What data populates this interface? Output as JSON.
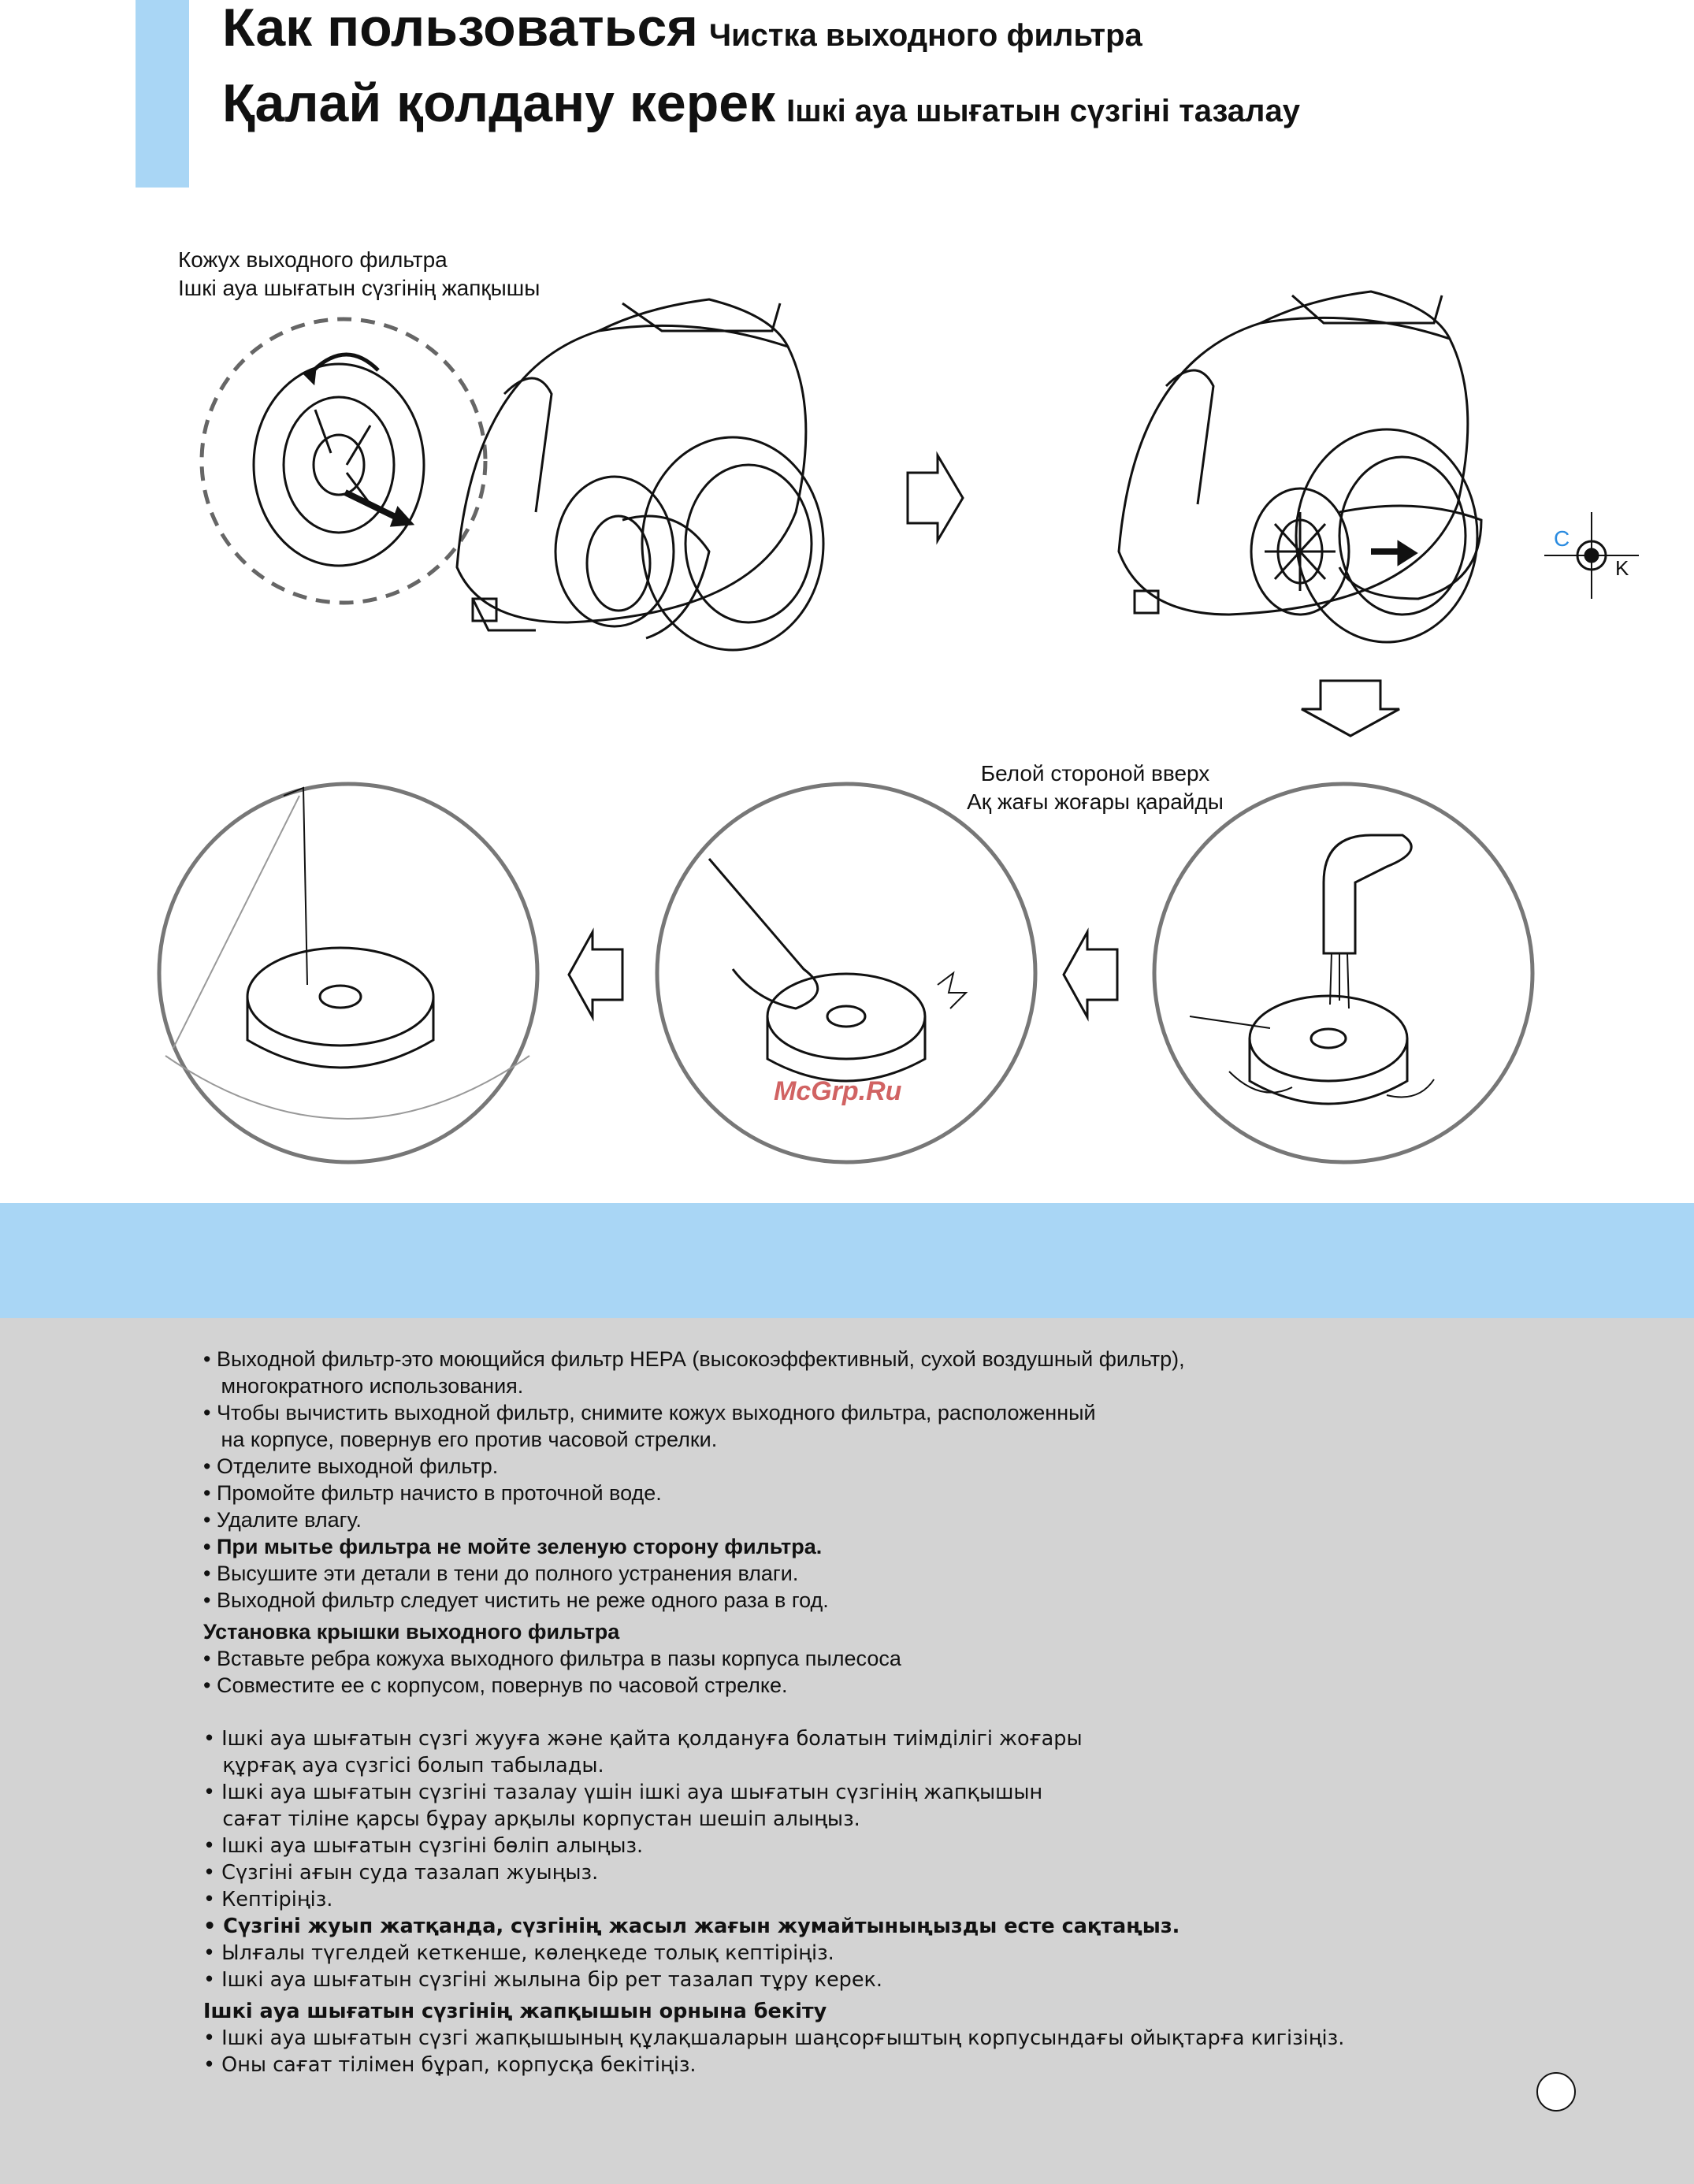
{
  "header": {
    "line1_title": "Как пользоваться",
    "line1_subtitle": "Чистка выходного фильтра",
    "line2_title": "Қалай қолдану керек",
    "line2_subtitle": "Ішкі ауа шығатын сүзгіні тазалау"
  },
  "illustration": {
    "label_cover": [
      "Кожух выходного фильтра",
      "Ішкі ауа шығатын сүзгінің жапқышы"
    ],
    "label_white_side": [
      "Белой стороной вверх",
      "Ақ жағы жоғары қарайды"
    ],
    "registration_c": "C",
    "registration_k": "K",
    "watermark": "McGrp.Ru"
  },
  "russian": {
    "items": [
      "• Выходной фильтр-это моющийся фильтр НЕРА (высокоэффективный, сухой воздушный фильтр),",
      "   многократного использования.",
      "• Чтобы вычистить выходной фильтр, снимите кожух выходного фильтра, расположенный",
      "   на корпусе, повернув его против часовой стрелки.",
      "• Отделите выходной фильтр.",
      "• Промойте фильтр начисто в проточной воде.",
      "• Удалите влагу."
    ],
    "bold_item": "• При мытье фильтра не мойте зеленую сторону фильтра.",
    "items2": [
      "• Высушите эти детали в тени до полного устранения влаги.",
      "• Выходной фильтр следует чистить не реже одного раза в год."
    ],
    "install_heading": "Установка крышки выходного фильтра",
    "install_items": [
      "• Вставьте ребра кожуха выходного фильтра в пазы корпуса пылесоса",
      "• Совместите ее с корпусом, повернув по часовой стрелке."
    ]
  },
  "kazakh": {
    "items": [
      "• Ішкі ауа шығатын сүзгі жууға және қайта қолдануға болатын тиімділігі жоғары",
      "   құрғақ ауа сүзгісі болып табылады.",
      "• Ішкі ауа шығатын сүзгіні тазалау үшін ішкі ауа шығатын сүзгінің жапқышын",
      "   сағат тіліне қарсы бұрау арқылы корпустан шешіп алыңыз.",
      "• Ішкі ауа шығатын сүзгіні бөліп алыңыз.",
      "• Сүзгіні ағын суда тазалап жуыңыз.",
      "• Кептіріңіз."
    ],
    "bold_item": "• Сүзгіні жуып жатқанда, сүзгінің жасыл жағын жумайтыныңызды есте сақтаңыз.",
    "items2": [
      "• Ылғалы түгелдей кеткенше, көлеңкеде толық кептіріңіз.",
      "• Ішкі ауа шығатын сүзгіні жылына бір рет тазалап тұру керек."
    ],
    "install_heading": "Ішкі ауа шығатын сүзгінің жапқышын орнына бекіту",
    "install_items": [
      "• Ішкі ауа шығатын сүзгі жапқышының құлақшаларын шаңсорғыштың корпусындағы ойықтарға кигізіңіз.",
      "• Оны сағат тілімен бұрап, корпусқа бекітіңіз."
    ]
  },
  "colors": {
    "accent_blue": "#a9d6f5",
    "panel_gray": "#d3d3d3",
    "registration_cyan": "#2a8be0"
  }
}
